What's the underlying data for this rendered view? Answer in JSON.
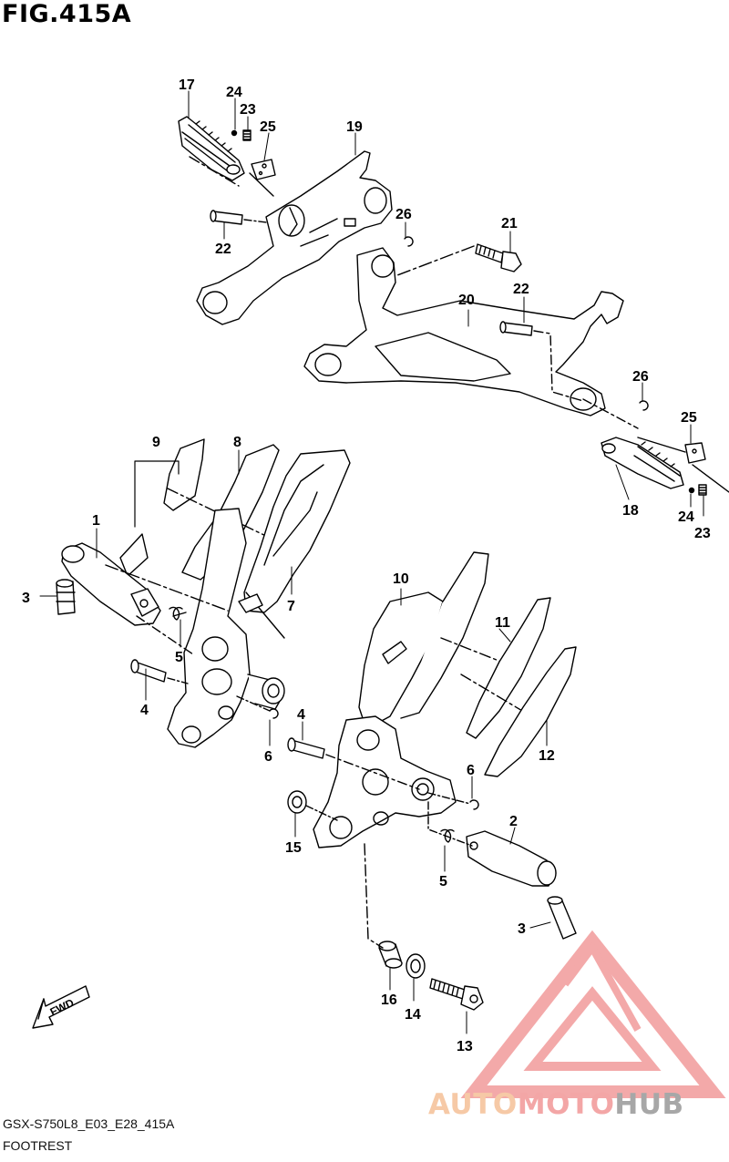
{
  "title": "FIG.415A",
  "caption": {
    "code": "GSX-S750L8_E03_E28_415A",
    "name": "FOOTREST"
  },
  "fwd_label": "FWD",
  "watermark": {
    "part1": "AUTO",
    "part2": "MOTO",
    "part3": "HUB"
  },
  "callouts": [
    {
      "id": "c17",
      "text": "17"
    },
    {
      "id": "c24a",
      "text": "24"
    },
    {
      "id": "c23a",
      "text": "23"
    },
    {
      "id": "c25a",
      "text": "25"
    },
    {
      "id": "c19",
      "text": "19"
    },
    {
      "id": "c26a",
      "text": "26"
    },
    {
      "id": "c21",
      "text": "21"
    },
    {
      "id": "c22a",
      "text": "22"
    },
    {
      "id": "c22b",
      "text": "22"
    },
    {
      "id": "c20",
      "text": "20"
    },
    {
      "id": "c26b",
      "text": "26"
    },
    {
      "id": "c25b",
      "text": "25"
    },
    {
      "id": "c18",
      "text": "18"
    },
    {
      "id": "c24b",
      "text": "24"
    },
    {
      "id": "c23b",
      "text": "23"
    },
    {
      "id": "c9",
      "text": "9"
    },
    {
      "id": "c8",
      "text": "8"
    },
    {
      "id": "c1",
      "text": "1"
    },
    {
      "id": "c3a",
      "text": "3"
    },
    {
      "id": "c7",
      "text": "7"
    },
    {
      "id": "c5a",
      "text": "5"
    },
    {
      "id": "c4a",
      "text": "4"
    },
    {
      "id": "c6a",
      "text": "6"
    },
    {
      "id": "c10",
      "text": "10"
    },
    {
      "id": "c11",
      "text": "11"
    },
    {
      "id": "c12",
      "text": "12"
    },
    {
      "id": "c4b",
      "text": "4"
    },
    {
      "id": "c6b",
      "text": "6"
    },
    {
      "id": "c2",
      "text": "2"
    },
    {
      "id": "c15",
      "text": "15"
    },
    {
      "id": "c5b",
      "text": "5"
    },
    {
      "id": "c3b",
      "text": "3"
    },
    {
      "id": "c16",
      "text": "16"
    },
    {
      "id": "c14",
      "text": "14"
    },
    {
      "id": "c13",
      "text": "13"
    }
  ]
}
